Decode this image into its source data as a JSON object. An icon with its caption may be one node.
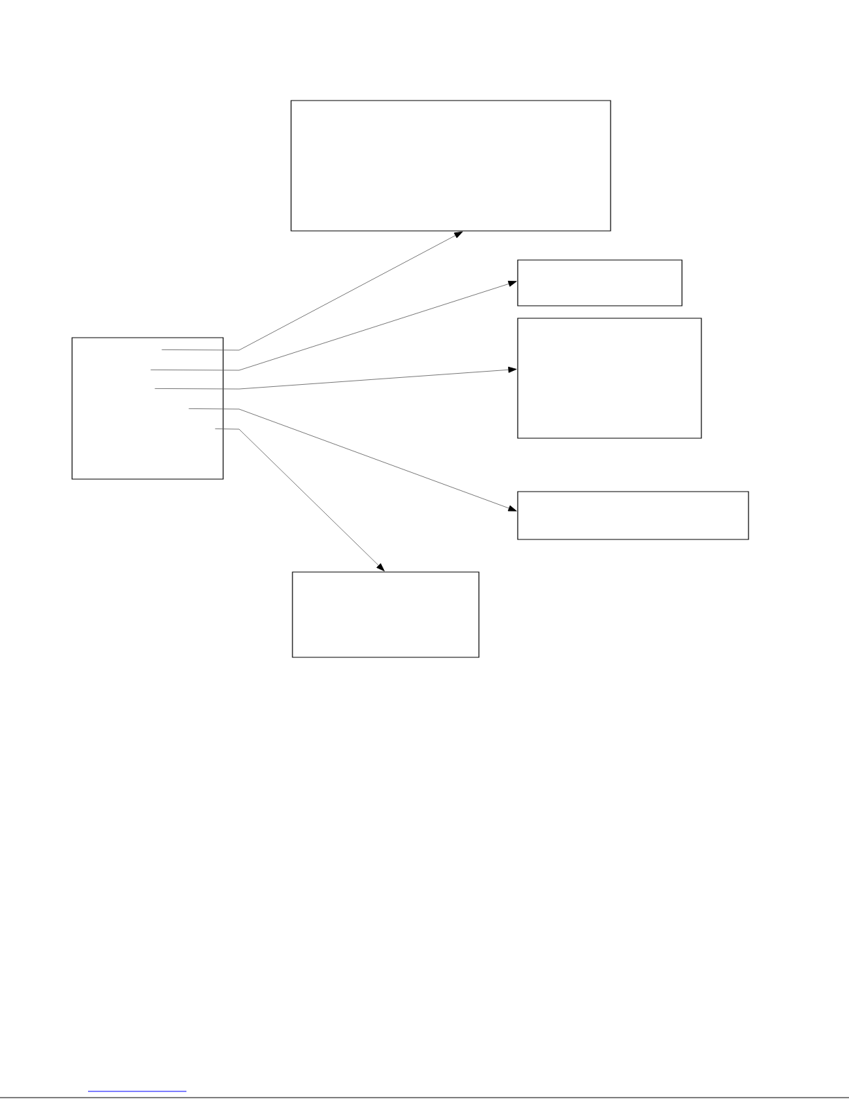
{
  "diagram": {
    "nodes": [
      {
        "text": [],
        "shape": "box"
      },
      {
        "text": [],
        "shape": "box"
      },
      {
        "text": [],
        "shape": "box"
      },
      {
        "text": [],
        "shape": "box"
      },
      {
        "text": [],
        "shape": "box"
      },
      {
        "text": [],
        "shape": "box"
      }
    ],
    "edges": [
      {
        "from": 3,
        "to": 0,
        "arrow": "to"
      },
      {
        "from": 3,
        "to": 1,
        "arrow": "to"
      },
      {
        "from": 3,
        "to": 2,
        "arrow": "to"
      },
      {
        "from": 3,
        "to": 4,
        "arrow": "to"
      },
      {
        "from": 3,
        "to": 5,
        "arrow": "to"
      }
    ]
  }
}
